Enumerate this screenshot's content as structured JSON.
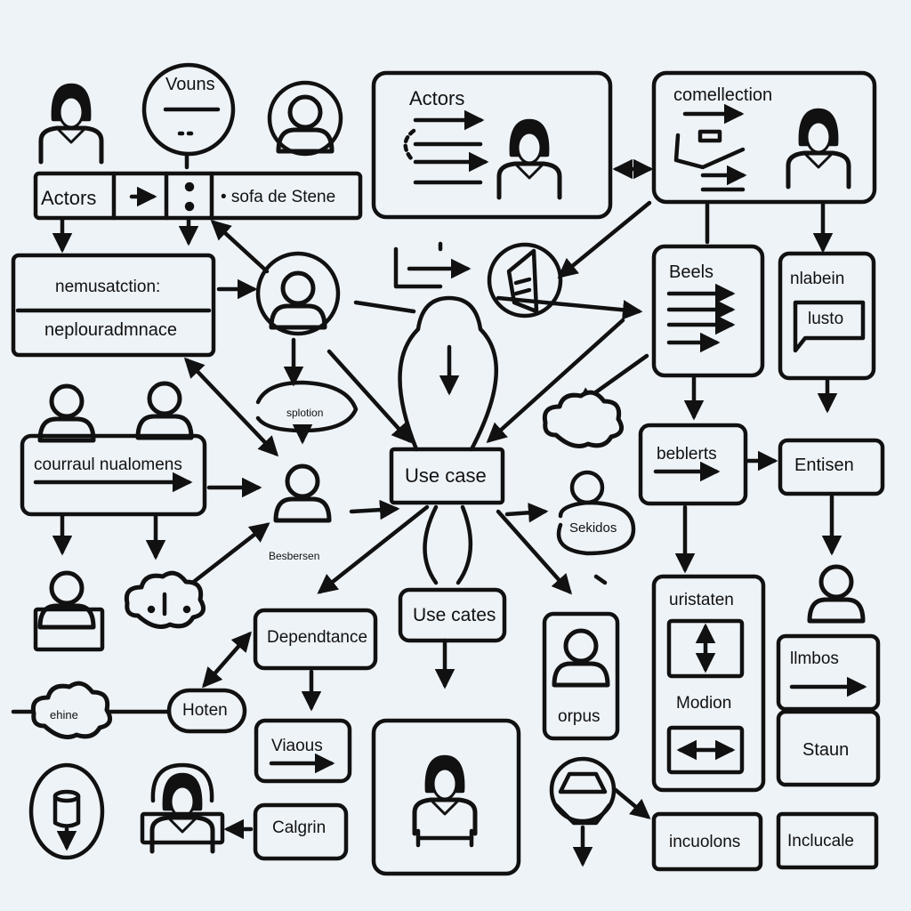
{
  "colors": {
    "background": "#eef3f8",
    "stroke": "#111111"
  },
  "labels": {
    "vouns": "Vouns",
    "actors_left": "Actors",
    "sofa_de_stene": "• sofa de Stene",
    "actors_top": "Actors",
    "comellection": "comellection",
    "nemusatction": "nemusatction:",
    "neplouradmnace": "neplouradmnace",
    "beels": "Beels",
    "nlabein": "nlabein",
    "lusto": "lusto",
    "splotion": "splotion",
    "courraul": "courraul nualomens",
    "use_case": "Use case",
    "beblerts": "beblerts",
    "entisen": "Entisen",
    "besbersen": "Besbersen",
    "sekidos": "Sekidos",
    "dependtance": "Dependtance",
    "use_cates": "Use cates",
    "uristaten": "uristaten",
    "modion": "Modion",
    "llmbos": "llmbos",
    "orpus": "orpus",
    "ehine": "ehine",
    "hoten": "Hoten",
    "viaous": "Viaous",
    "staun": "Staun",
    "calgrin": "Calgrin",
    "incuolons": "incuolons",
    "inclucale": "Inclucale"
  },
  "icons": [
    "person-icon",
    "cloud-icon",
    "clipboard-icon",
    "database-icon",
    "building-icon",
    "tree-icon"
  ]
}
